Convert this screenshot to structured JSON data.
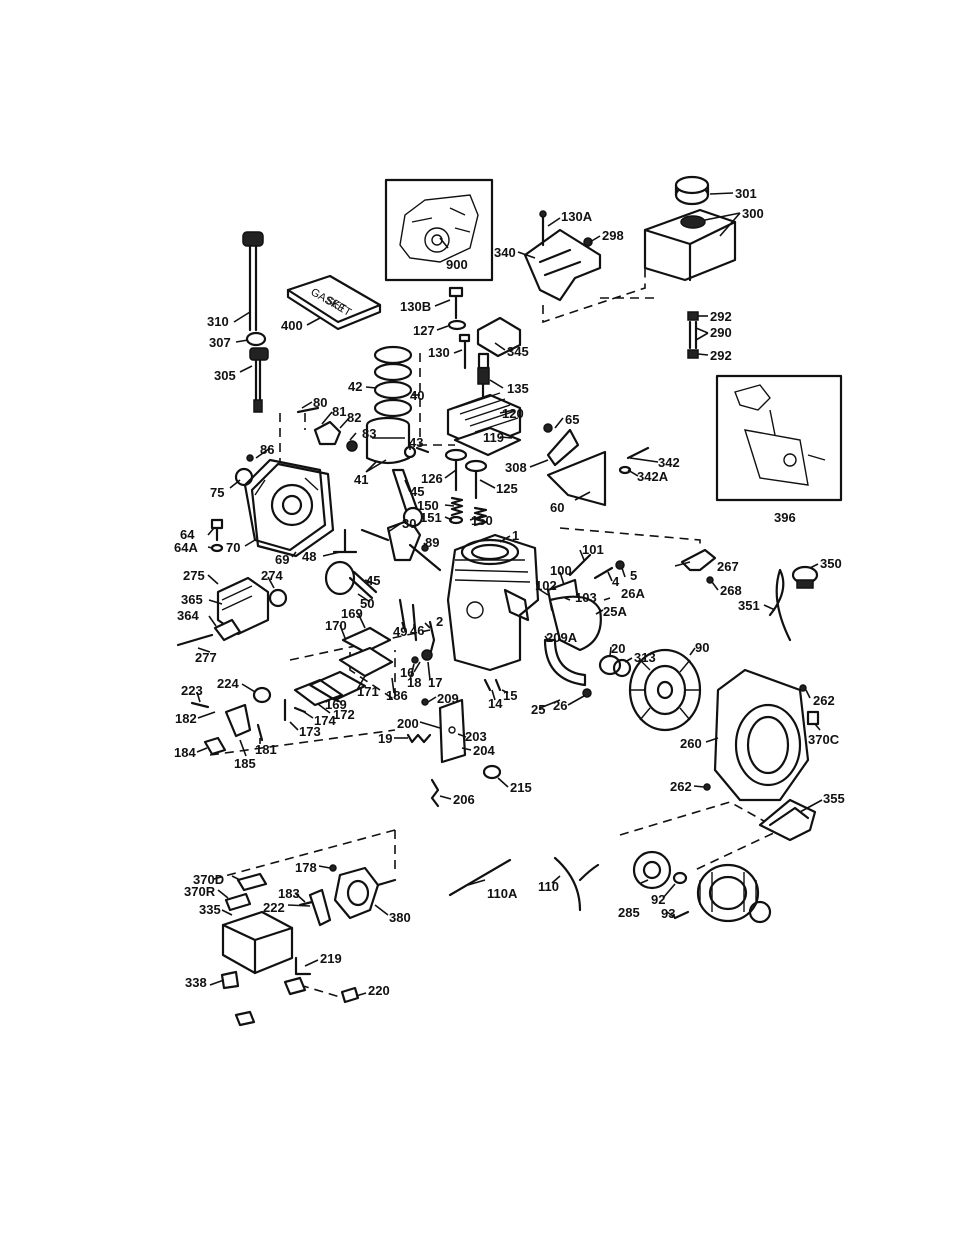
{
  "labels": [
    {
      "id": "900",
      "text": "900"
    },
    {
      "id": "130A",
      "text": "130A"
    },
    {
      "id": "298",
      "text": "298"
    },
    {
      "id": "340",
      "text": "340"
    },
    {
      "id": "301",
      "text": "301"
    },
    {
      "id": "300",
      "text": "300"
    },
    {
      "id": "310",
      "text": "310"
    },
    {
      "id": "400",
      "text": "400"
    },
    {
      "id": "130B",
      "text": "130B"
    },
    {
      "id": "127",
      "text": "127"
    },
    {
      "id": "345",
      "text": "345"
    },
    {
      "id": "292a",
      "text": "292"
    },
    {
      "id": "290",
      "text": "290"
    },
    {
      "id": "292b",
      "text": "292"
    },
    {
      "id": "307",
      "text": "307"
    },
    {
      "id": "130",
      "text": "130"
    },
    {
      "id": "305",
      "text": "305"
    },
    {
      "id": "42",
      "text": "42"
    },
    {
      "id": "40",
      "text": "40"
    },
    {
      "id": "135",
      "text": "135"
    },
    {
      "id": "80",
      "text": "80"
    },
    {
      "id": "81",
      "text": "81"
    },
    {
      "id": "82",
      "text": "82"
    },
    {
      "id": "120",
      "text": "120"
    },
    {
      "id": "65",
      "text": "65"
    },
    {
      "id": "83",
      "text": "83"
    },
    {
      "id": "119",
      "text": "119"
    },
    {
      "id": "43",
      "text": "43"
    },
    {
      "id": "86",
      "text": "86"
    },
    {
      "id": "308",
      "text": "308"
    },
    {
      "id": "342",
      "text": "342"
    },
    {
      "id": "342A",
      "text": "342A"
    },
    {
      "id": "41",
      "text": "41"
    },
    {
      "id": "126",
      "text": "126"
    },
    {
      "id": "125",
      "text": "125"
    },
    {
      "id": "75",
      "text": "75"
    },
    {
      "id": "45a",
      "text": "45"
    },
    {
      "id": "150a",
      "text": "150"
    },
    {
      "id": "151",
      "text": "151"
    },
    {
      "id": "150b",
      "text": "150"
    },
    {
      "id": "60",
      "text": "60"
    },
    {
      "id": "396",
      "text": "396"
    },
    {
      "id": "64",
      "text": "64"
    },
    {
      "id": "64A",
      "text": "64A"
    },
    {
      "id": "30",
      "text": "30"
    },
    {
      "id": "70",
      "text": "70"
    },
    {
      "id": "69",
      "text": "69"
    },
    {
      "id": "1",
      "text": "1"
    },
    {
      "id": "89",
      "text": "89"
    },
    {
      "id": "48",
      "text": "48"
    },
    {
      "id": "101",
      "text": "101"
    },
    {
      "id": "267",
      "text": "267"
    },
    {
      "id": "100",
      "text": "100"
    },
    {
      "id": "5",
      "text": "5"
    },
    {
      "id": "350",
      "text": "350"
    },
    {
      "id": "275",
      "text": "275"
    },
    {
      "id": "274",
      "text": "274"
    },
    {
      "id": "45b",
      "text": "45"
    },
    {
      "id": "4",
      "text": "4"
    },
    {
      "id": "268",
      "text": "268"
    },
    {
      "id": "102",
      "text": "102"
    },
    {
      "id": "103",
      "text": "103"
    },
    {
      "id": "26A",
      "text": "26A"
    },
    {
      "id": "351",
      "text": "351"
    },
    {
      "id": "365",
      "text": "365"
    },
    {
      "id": "50",
      "text": "50"
    },
    {
      "id": "25A",
      "text": "25A"
    },
    {
      "id": "364",
      "text": "364"
    },
    {
      "id": "169a",
      "text": "169"
    },
    {
      "id": "2",
      "text": "2"
    },
    {
      "id": "170",
      "text": "170"
    },
    {
      "id": "49",
      "text": "49"
    },
    {
      "id": "46",
      "text": "46"
    },
    {
      "id": "90",
      "text": "90"
    },
    {
      "id": "209A",
      "text": "209A"
    },
    {
      "id": "277",
      "text": "277"
    },
    {
      "id": "20",
      "text": "20"
    },
    {
      "id": "16",
      "text": "16"
    },
    {
      "id": "313",
      "text": "313"
    },
    {
      "id": "18",
      "text": "18"
    },
    {
      "id": "17",
      "text": "17"
    },
    {
      "id": "171",
      "text": "171"
    },
    {
      "id": "224",
      "text": "224"
    },
    {
      "id": "186",
      "text": "186"
    },
    {
      "id": "223",
      "text": "223"
    },
    {
      "id": "209",
      "text": "209"
    },
    {
      "id": "14",
      "text": "14"
    },
    {
      "id": "15",
      "text": "15"
    },
    {
      "id": "262a",
      "text": "262"
    },
    {
      "id": "169b",
      "text": "169"
    },
    {
      "id": "172",
      "text": "172"
    },
    {
      "id": "182",
      "text": "182"
    },
    {
      "id": "25",
      "text": "25"
    },
    {
      "id": "26",
      "text": "26"
    },
    {
      "id": "174",
      "text": "174"
    },
    {
      "id": "370C",
      "text": "370C"
    },
    {
      "id": "200",
      "text": "200"
    },
    {
      "id": "173",
      "text": "173"
    },
    {
      "id": "181",
      "text": "181"
    },
    {
      "id": "203",
      "text": "203"
    },
    {
      "id": "19",
      "text": "19"
    },
    {
      "id": "260",
      "text": "260"
    },
    {
      "id": "184",
      "text": "184"
    },
    {
      "id": "204",
      "text": "204"
    },
    {
      "id": "185",
      "text": "185"
    },
    {
      "id": "215",
      "text": "215"
    },
    {
      "id": "262b",
      "text": "262"
    },
    {
      "id": "206",
      "text": "206"
    },
    {
      "id": "355",
      "text": "355"
    },
    {
      "id": "178",
      "text": "178"
    },
    {
      "id": "370D",
      "text": "370D"
    },
    {
      "id": "110",
      "text": "110"
    },
    {
      "id": "110A",
      "text": "110A"
    },
    {
      "id": "370R",
      "text": "370R"
    },
    {
      "id": "183",
      "text": "183"
    },
    {
      "id": "285",
      "text": "285"
    },
    {
      "id": "92",
      "text": "92"
    },
    {
      "id": "335",
      "text": "335"
    },
    {
      "id": "222",
      "text": "222"
    },
    {
      "id": "380",
      "text": "380"
    },
    {
      "id": "93",
      "text": "93"
    },
    {
      "id": "219",
      "text": "219"
    },
    {
      "id": "338",
      "text": "338"
    },
    {
      "id": "220",
      "text": "220"
    }
  ],
  "gasket_box_text": [
    "GASKET",
    "SET"
  ]
}
